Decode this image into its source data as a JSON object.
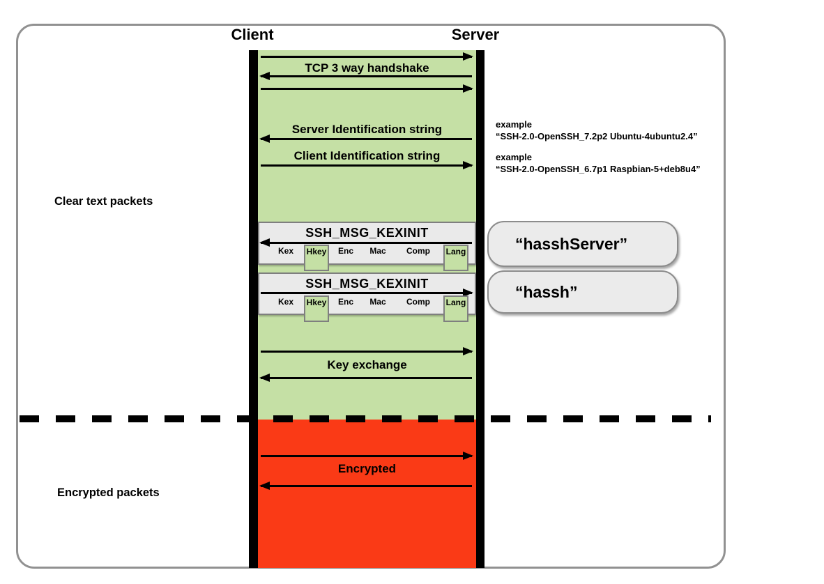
{
  "header": {
    "client": "Client",
    "server": "Server"
  },
  "sections": {
    "clear": "Clear text packets",
    "encrypted": "Encrypted packets"
  },
  "flow": {
    "tcp_label": "TCP 3 way handshake",
    "server_id_label": "Server Identification string",
    "client_id_label": "Client Identification string",
    "key_exchange_label": "Key exchange",
    "encrypted_label": "Encrypted"
  },
  "examples": {
    "caption": "example",
    "server_value": "“SSH-2.0-OpenSSH_7.2p2 Ubuntu-4ubuntu2.4”",
    "client_value": "“SSH-2.0-OpenSSH_6.7p1 Raspbian-5+deb8u4”"
  },
  "kexinit": {
    "title": "SSH_MSG_KEXINIT",
    "fields": [
      "Kex",
      "Hkey",
      "Enc",
      "Mac",
      "Comp",
      "Lang"
    ],
    "highlighted_fields": [
      "Hkey",
      "Lang"
    ],
    "server_tag": "“hasshServer”",
    "client_tag": "“hassh”"
  },
  "colors": {
    "cleartext_green": "#c5e0a5",
    "encrypted_red": "#fa3a16",
    "packet_box_gray": "#eaeaea",
    "tag_box_gray": "#ebebeb",
    "border_gray": "#919191",
    "lifeline_black": "#000000"
  }
}
